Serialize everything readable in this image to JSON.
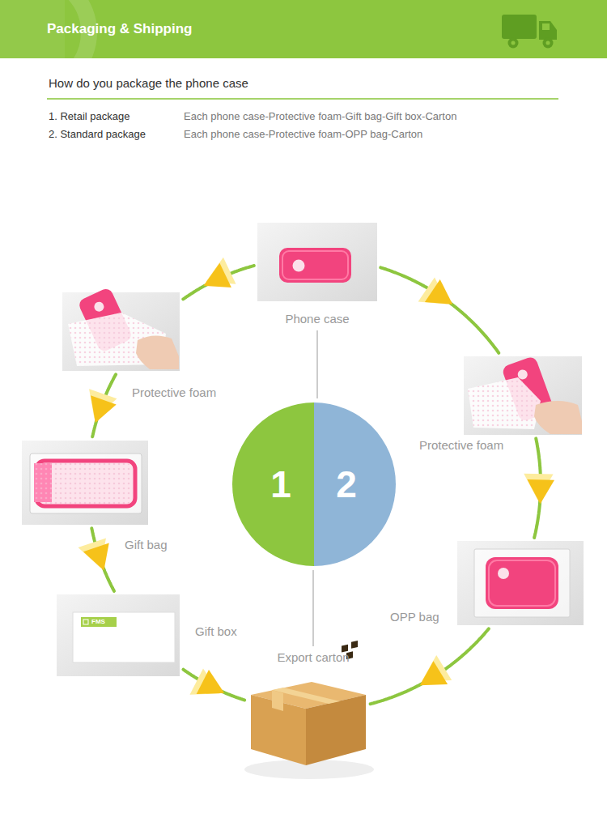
{
  "diagram": {
    "title": "Packaging & Shipping",
    "nodes": [
      {
        "text": [
          "Phone case"
        ]
      },
      {
        "text": [
          "Protective foam"
        ]
      },
      {
        "text": [
          "Gift bag"
        ]
      },
      {
        "text": [
          "Gift box"
        ]
      },
      {
        "text": [
          "Export carton"
        ]
      },
      {
        "text": [
          "Protective foam"
        ]
      },
      {
        "text": [
          "OPP bag"
        ]
      },
      {
        "text": [
          "1",
          "2"
        ]
      }
    ],
    "edges": [
      {
        "from": 0,
        "to": 1,
        "arrow": "to"
      },
      {
        "from": 1,
        "to": 2,
        "arrow": "to"
      },
      {
        "from": 2,
        "to": 3,
        "arrow": "to"
      },
      {
        "from": 3,
        "to": 4,
        "arrow": "to"
      },
      {
        "from": 0,
        "to": 5,
        "arrow": "to"
      },
      {
        "from": 5,
        "to": 6,
        "arrow": "to"
      },
      {
        "from": 6,
        "to": 4,
        "arrow": "to"
      },
      {
        "from": 0,
        "to": 7,
        "arrow": "none"
      },
      {
        "from": 7,
        "to": 4,
        "arrow": "none"
      }
    ],
    "labels": [
      "How do you package the phone case",
      "1. Retail package",
      "Each phone case-Protective foam-Gift bag-Gift box-Carton",
      "2. Standard package",
      "Each phone case-Protective foam-OPP bag-Carton",
      "FMS"
    ]
  }
}
